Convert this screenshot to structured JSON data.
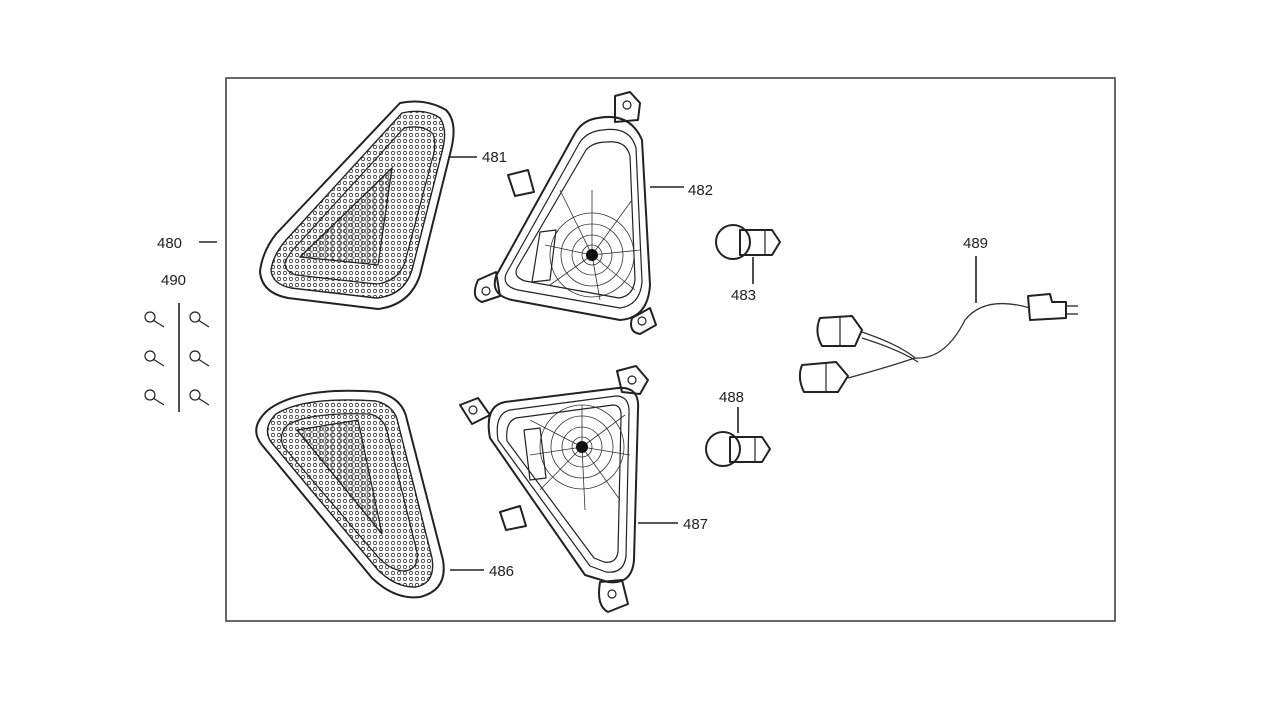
{
  "parts": {
    "assembly": "480",
    "front_lens_upper": "481",
    "housing_upper": "482",
    "bulb_upper": "483",
    "front_lens_lower": "486",
    "housing_lower": "487",
    "bulb_lower": "488",
    "wiring_harness": "489",
    "screws": "490"
  },
  "colors": {
    "line": "#222222",
    "background": "#ffffff"
  }
}
